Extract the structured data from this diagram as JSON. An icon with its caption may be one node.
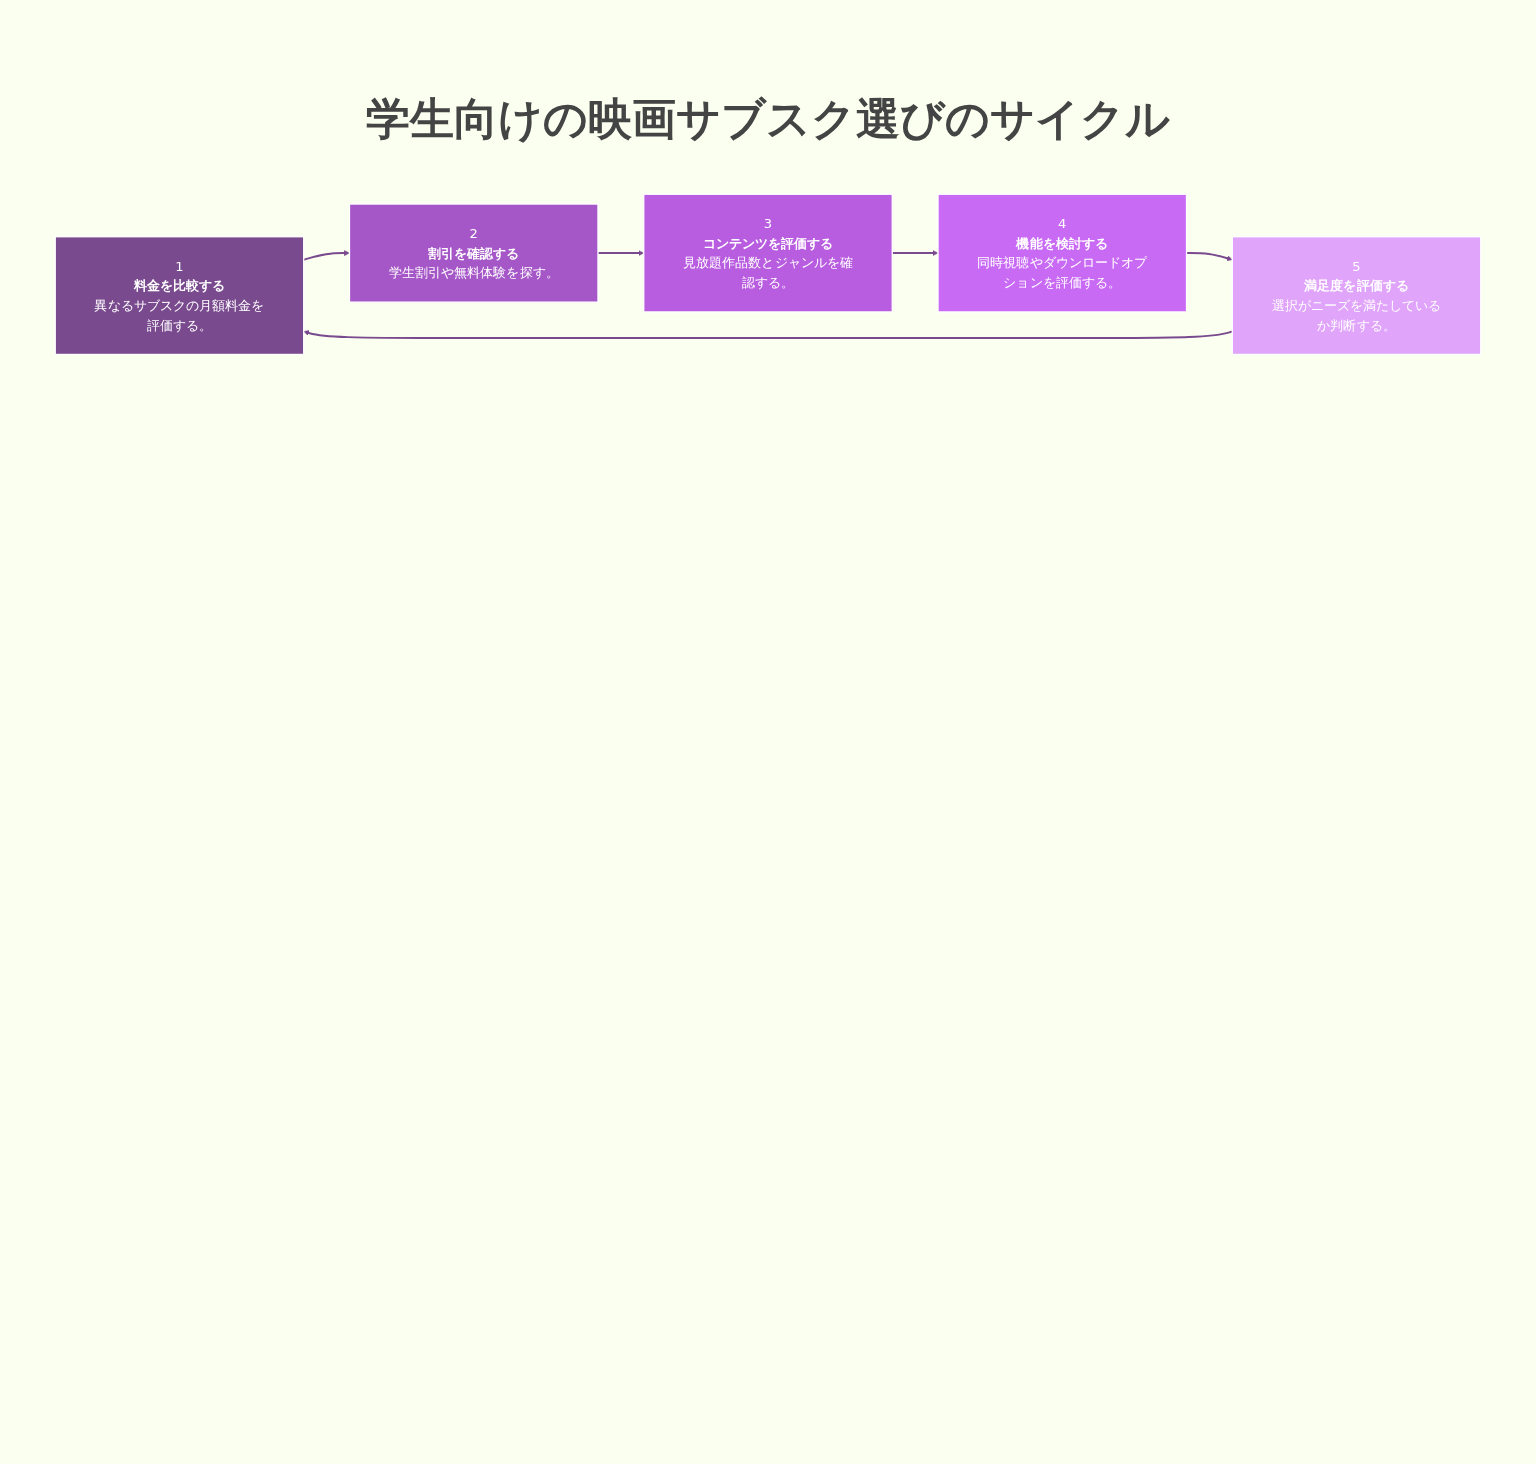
{
  "diagram": {
    "title": "学生向けの映画サブスク選びのサイクル",
    "nodes": [
      {
        "text": [
          "1",
          "料金を比較する",
          "異なるサブスクの月額料金を評価する。"
        ]
      },
      {
        "text": [
          "2",
          "割引を確認する",
          "学生割引や無料体験を探す。"
        ]
      },
      {
        "text": [
          "3",
          "コンテンツを評価する",
          "見放題作品数とジャンルを確認する。"
        ]
      },
      {
        "text": [
          "4",
          "機能を検討する",
          "同時視聴やダウンロードオプションを評価する。"
        ]
      },
      {
        "text": [
          "5",
          "満足度を評価する",
          "選択がニーズを満たしているか判断する。"
        ]
      }
    ],
    "edges": [
      {
        "from": 0,
        "to": 1,
        "arrow": "to"
      },
      {
        "from": 1,
        "to": 2,
        "arrow": "to"
      },
      {
        "from": 2,
        "to": 3,
        "arrow": "to"
      },
      {
        "from": 3,
        "to": 4,
        "arrow": "to"
      },
      {
        "from": 4,
        "to": 0,
        "arrow": "to"
      }
    ]
  }
}
